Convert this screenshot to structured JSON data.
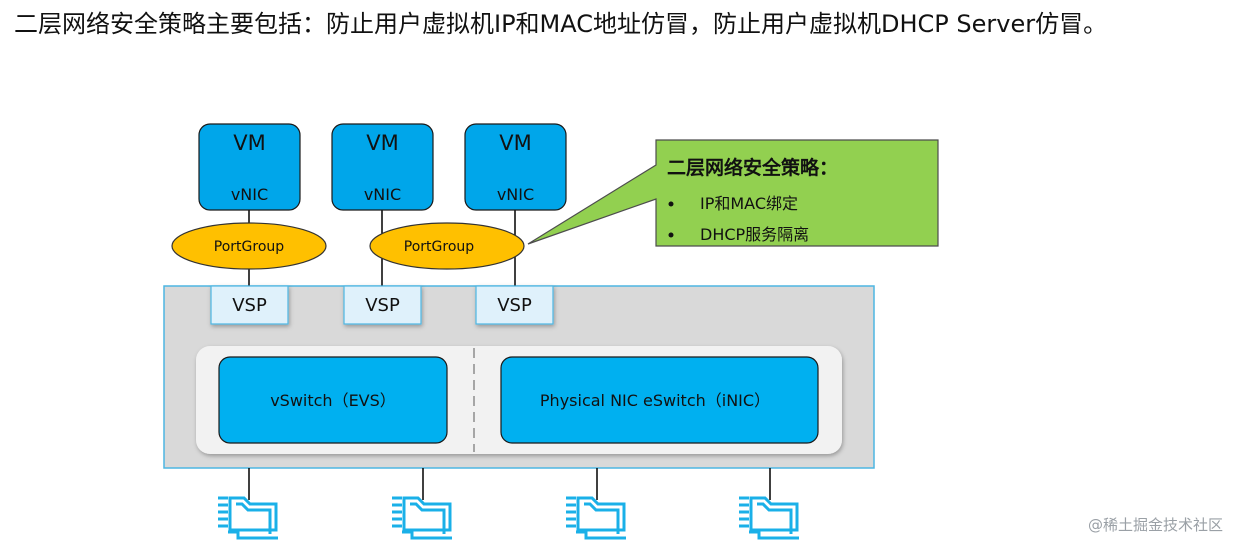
{
  "intro_text": "二层网络安全策略主要包括：防止用户虚拟机IP和MAC地址仿冒，防止用户虚拟机DHCP Server仿冒。",
  "vms": [
    {
      "title": "VM",
      "nic": "vNIC"
    },
    {
      "title": "VM",
      "nic": "vNIC"
    },
    {
      "title": "VM",
      "nic": "vNIC"
    }
  ],
  "portgroups": [
    "PortGroup",
    "PortGroup"
  ],
  "vsps": [
    "VSP",
    "VSP",
    "VSP"
  ],
  "vswitch_label": "vSwitch（EVS）",
  "esw_label": "Physical NIC eSwitch（iNIC）",
  "callout": {
    "title": "二层网络安全策略：",
    "items": [
      "IP和MAC绑定",
      "DHCP服务隔离"
    ]
  },
  "watermark": "@稀土掘金技术社区",
  "icons": [
    "physical-nic-icon",
    "physical-nic-icon",
    "physical-nic-icon",
    "physical-nic-icon"
  ],
  "colors": {
    "vm_fill": "#00a6ea",
    "portgroup_fill": "#ffc000",
    "callout_fill": "#92d050",
    "host_fill": "#d9d9d9",
    "switch_fill": "#00b0f0",
    "icon": "#1ab0e8"
  }
}
